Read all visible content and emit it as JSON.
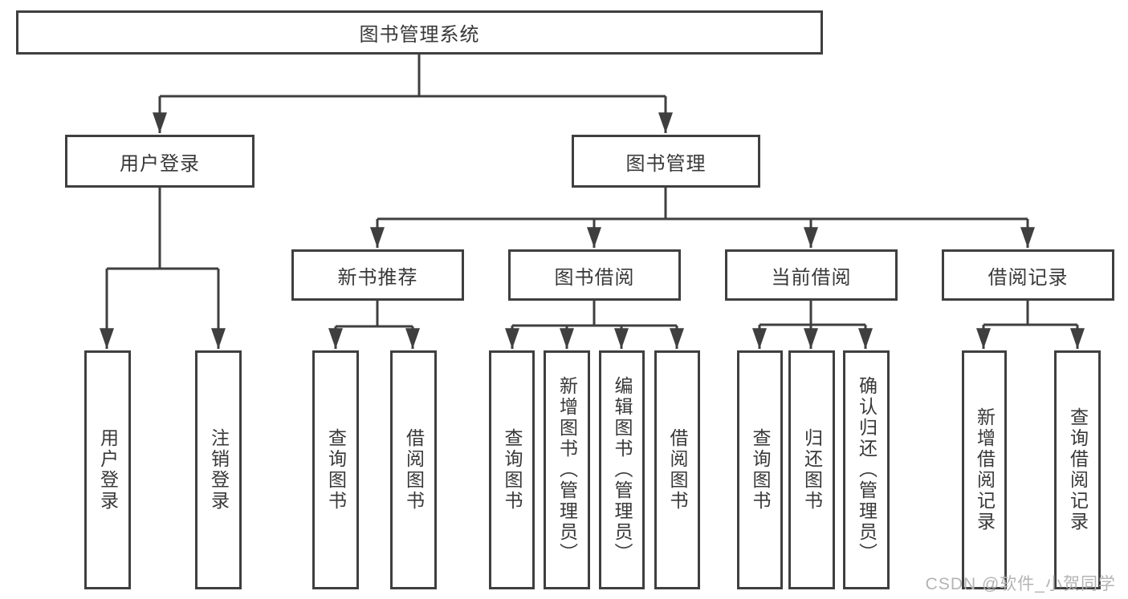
{
  "diagram": {
    "root": {
      "label": "图书管理系统",
      "children": [
        {
          "label": "用户登录",
          "children": [
            {
              "label": "用户登录"
            },
            {
              "label": "注销登录"
            }
          ]
        },
        {
          "label": "图书管理",
          "children": [
            {
              "label": "新书推荐",
              "children": [
                {
                  "label": "查询图书"
                },
                {
                  "label": "借阅图书"
                }
              ]
            },
            {
              "label": "图书借阅",
              "children": [
                {
                  "label": "查询图书"
                },
                {
                  "label": "新增图书（管理员）"
                },
                {
                  "label": "编辑图书（管理员）"
                },
                {
                  "label": "借阅图书"
                }
              ]
            },
            {
              "label": "当前借阅",
              "children": [
                {
                  "label": "查询图书"
                },
                {
                  "label": "归还图书"
                },
                {
                  "label": "确认归还（管理员）"
                }
              ]
            },
            {
              "label": "借阅记录",
              "children": [
                {
                  "label": "新增借阅记录"
                },
                {
                  "label": "查询借阅记录"
                }
              ]
            }
          ]
        }
      ]
    }
  },
  "watermark": {
    "text": "CSDN @软件_小贺同学"
  },
  "colors": {
    "line": "#3f3f3f",
    "text": "#383838",
    "box-bg": "#ffffff",
    "watermark": "#b4b4b4"
  }
}
